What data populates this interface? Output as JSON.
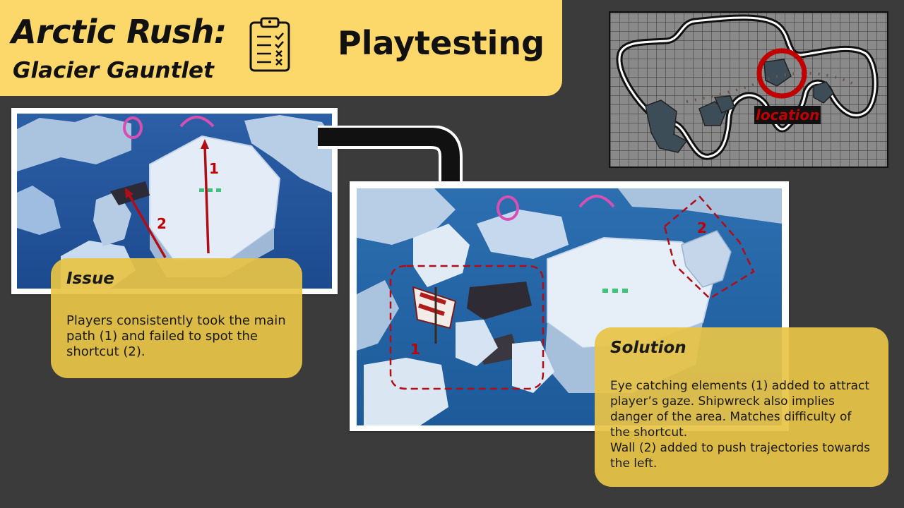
{
  "header": {
    "title": "Arctic Rush:",
    "subtitle": "Glacier Gauntlet",
    "icon": "clipboard-checklist-icon",
    "section_title": "Playtesting"
  },
  "map": {
    "location_label": "location",
    "marker_color": "#c00000"
  },
  "before_screenshot": {
    "markers": [
      "1",
      "2"
    ]
  },
  "after_screenshot": {
    "markers": [
      "1",
      "2"
    ]
  },
  "issue": {
    "heading": "Issue",
    "body": "Players consistently took the main path (1) and failed to spot the shortcut (2)."
  },
  "solution": {
    "heading": "Solution",
    "body": "Eye catching elements (1) added to attract player’s gaze. Shipwreck also implies danger of the area. Matches difficulty of the shortcut.\nWall (2) added to push trajectories towards the left."
  },
  "colors": {
    "background": "#3b3b3b",
    "header": "#fcd86a",
    "callout": "#e7c447",
    "accent": "#c00000"
  }
}
